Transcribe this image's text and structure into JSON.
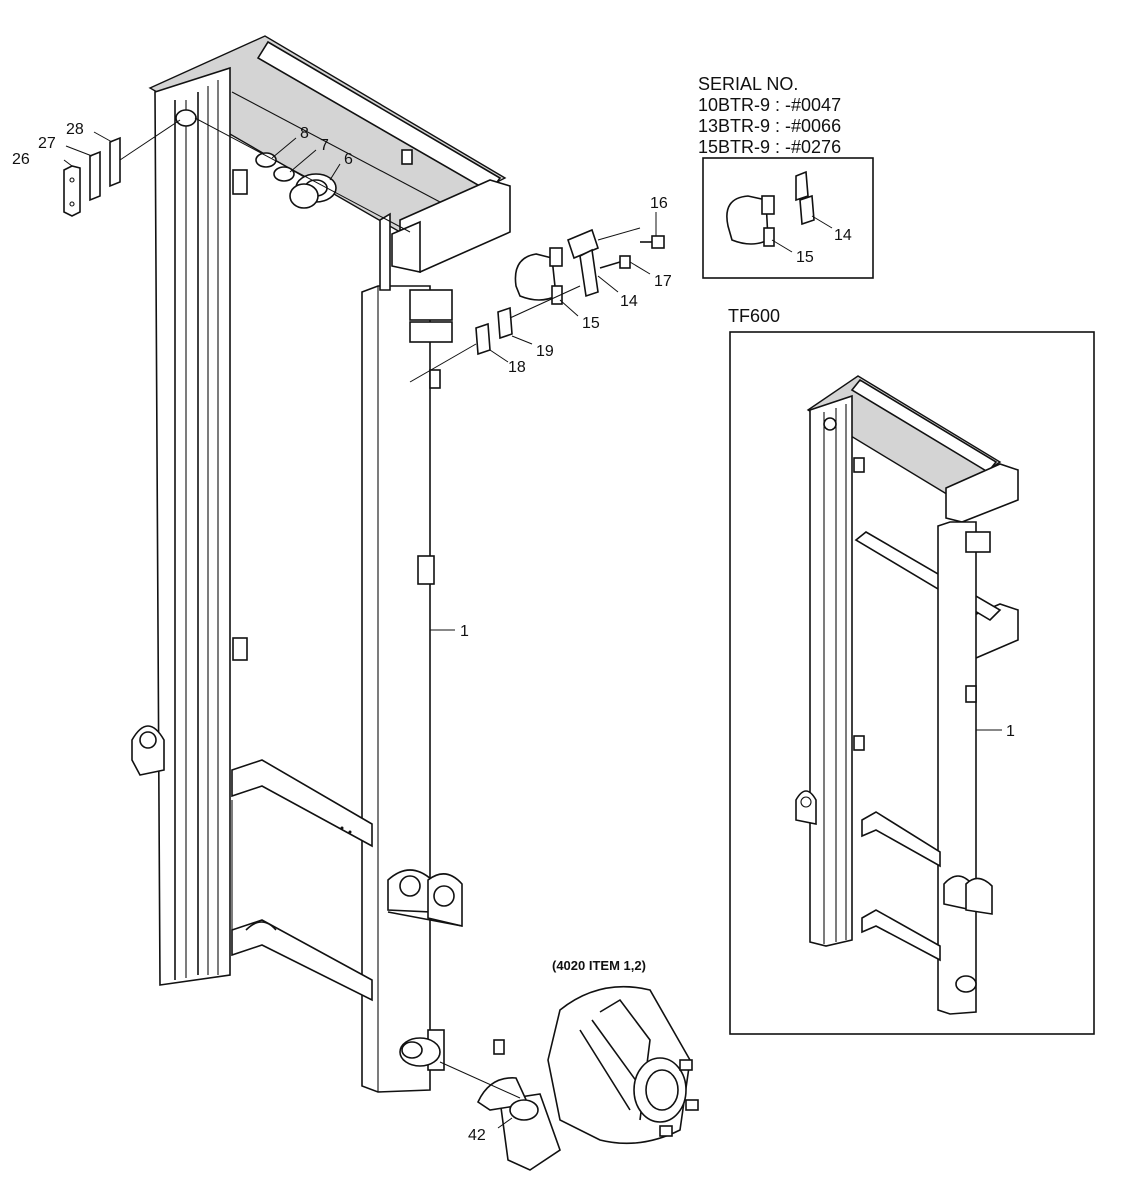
{
  "serial_box": {
    "heading": "SERIAL NO.",
    "lines": [
      "10BTR-9 : -#0047",
      "13BTR-9 : -#0066",
      "15BTR-9 : -#0276"
    ],
    "callouts": [
      "14",
      "15"
    ]
  },
  "variant_box": {
    "title": "TF600",
    "callouts": [
      "1"
    ]
  },
  "axle_note": "(4020 ITEM 1,2)",
  "callouts": {
    "c26": "26",
    "c27": "27",
    "c28": "28",
    "c8": "8",
    "c7": "7",
    "c6": "6",
    "c16": "16",
    "c17": "17",
    "c14": "14",
    "c15": "15",
    "c19": "19",
    "c18": "18",
    "c1": "1",
    "c42": "42"
  }
}
